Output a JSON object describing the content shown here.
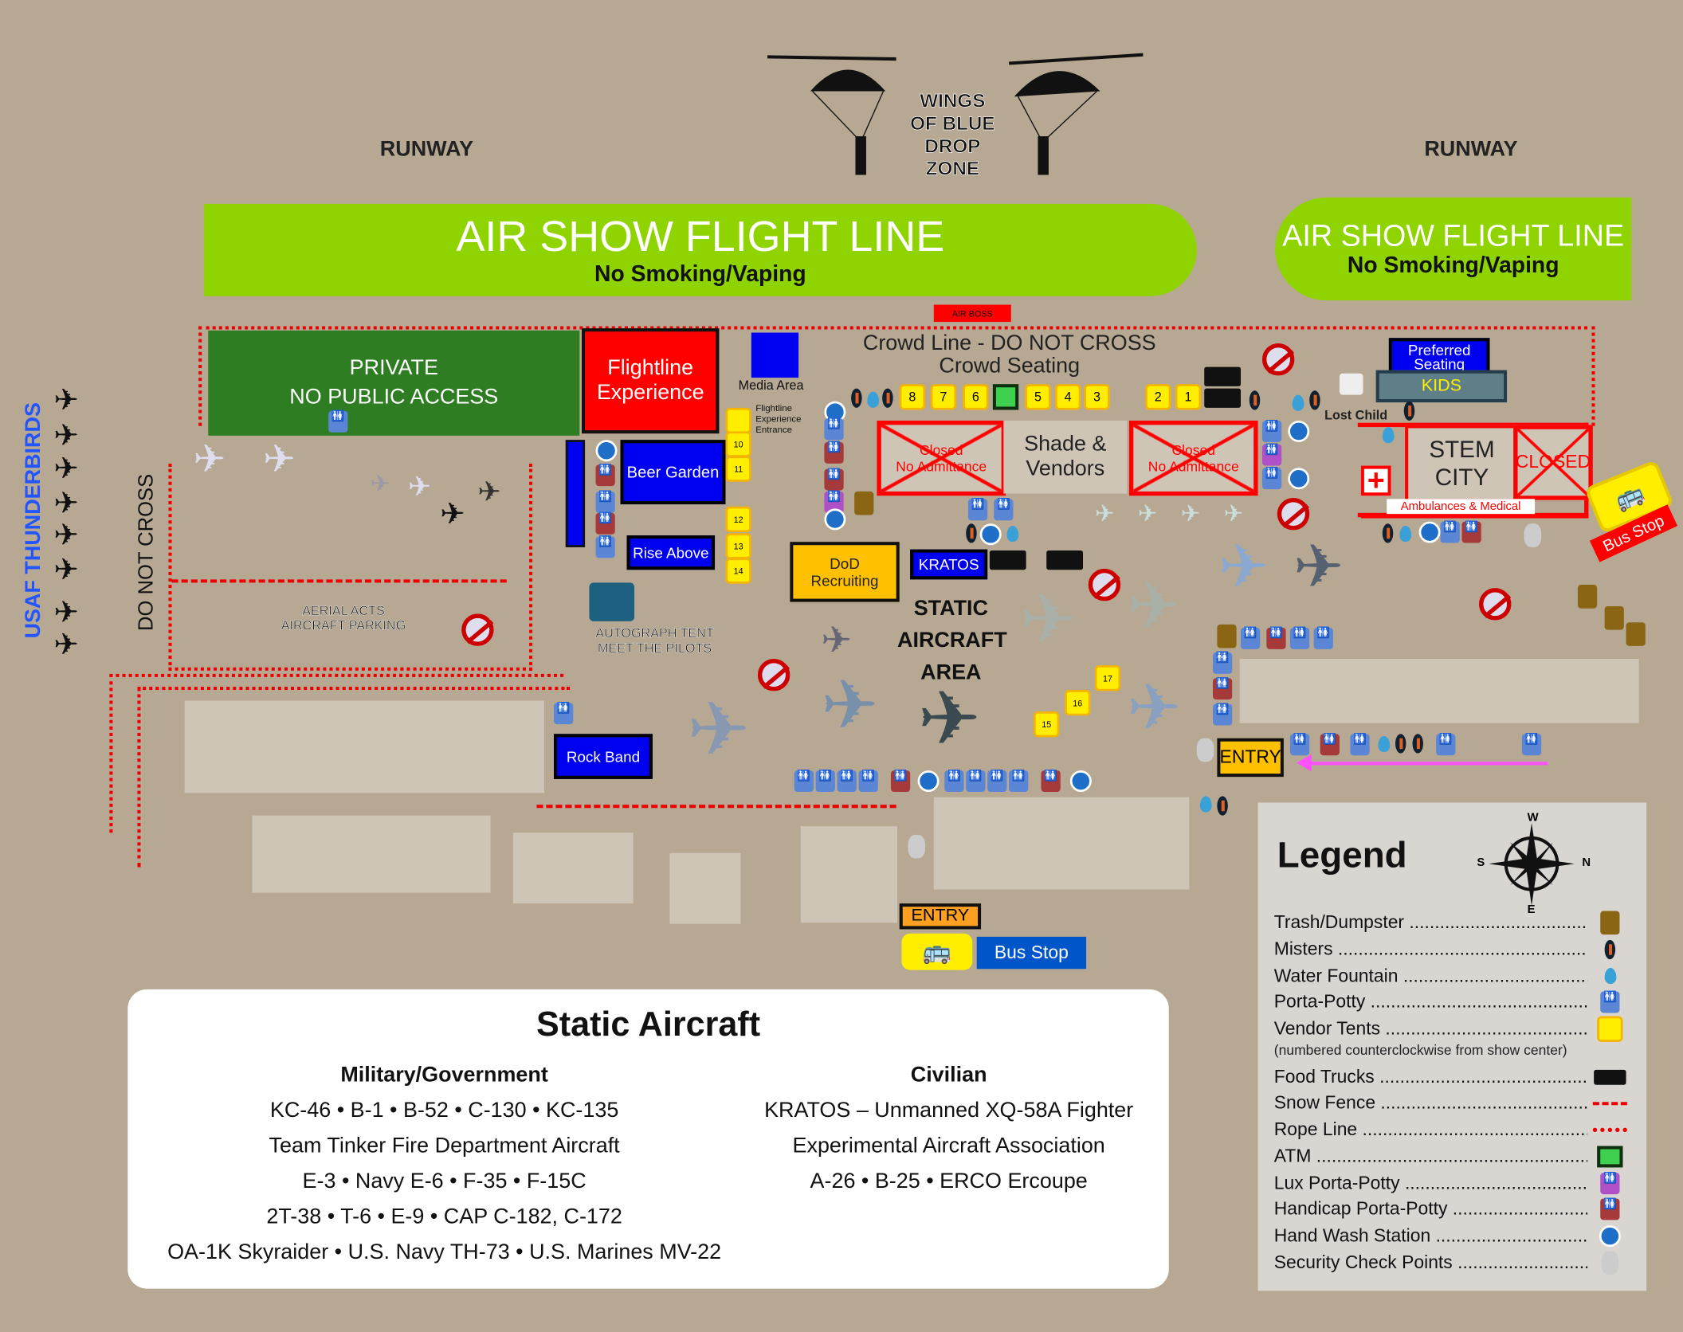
{
  "runway_left": "RUNWAY",
  "runway_right": "RUNWAY",
  "drop_zone": [
    "WINGS",
    "OF BLUE",
    "DROP",
    "ZONE"
  ],
  "flight_line_main": {
    "title": "AIR SHOW FLIGHT LINE",
    "subtitle": "No Smoking/Vaping"
  },
  "flight_line_right": {
    "title": "AIR SHOW FLIGHT LINE",
    "subtitle": "No Smoking/Vaping"
  },
  "thunderbirds": "USAF THUNDERBIRDS",
  "do_not_cross": "DO NOT CROSS",
  "air_boss": "AIR BOSS",
  "private": [
    "PRIVATE",
    "NO PUBLIC ACCESS"
  ],
  "flightline_experience": "Flightline Experience",
  "media_area": "Media Area",
  "flightline_entrance": "Flightline Experience Entrance",
  "crowd_line": "Crowd Line - DO NOT CROSS",
  "crowd_seating": "Crowd Seating",
  "tents_top": [
    "8",
    "7",
    "6",
    "5",
    "4",
    "3",
    "2",
    "1"
  ],
  "tents_side": [
    "10",
    "11",
    "12",
    "13",
    "14"
  ],
  "tents_static": [
    "15",
    "16",
    "17"
  ],
  "preferred_seating": "Preferred Seating",
  "kids": "KIDS",
  "lost_child": "Lost Child",
  "closed_box": {
    "top": "Closed",
    "bottom": "No Admittance"
  },
  "shade_vendors": [
    "Shade &",
    "Vendors"
  ],
  "stem_city": [
    "STEM",
    "CITY"
  ],
  "closed": "CLOSED",
  "ambulances": "Ambulances & Medical",
  "bus_stop": "Bus Stop",
  "beer_garden": "Beer Garden",
  "rise_above": "Rise Above",
  "dod_recruiting": "DoD Recruiting",
  "kratos": "KRATOS",
  "static_area": [
    "STATIC",
    "AIRCRAFT",
    "AREA"
  ],
  "aerial_acts": [
    "AERIAL ACTS",
    "AIRCRAFT PARKING"
  ],
  "autograph": [
    "AUTOGRAPH TENT",
    "MEET THE PILOTS"
  ],
  "rock_band": "Rock Band",
  "entry": "ENTRY",
  "static_aircraft": {
    "title": "Static Aircraft",
    "military": {
      "heading": "Military/Government",
      "lines": [
        "KC-46 • B-1 • B-52 • C-130 • KC-135",
        "Team Tinker Fire Department Aircraft",
        "E-3 • Navy E-6 • F-35 • F-15C",
        "2T-38 • T-6 • E-9 • CAP C-182, C-172",
        "OA-1K Skyraider • U.S. Navy TH-73 • U.S. Marines MV-22"
      ]
    },
    "civilian": {
      "heading": "Civilian",
      "lines": [
        "KRATOS – Unmanned XQ-58A Fighter",
        "Experimental Aircraft Association",
        "A-26 • B-25 • ERCO Ercoupe"
      ]
    }
  },
  "legend": {
    "title": "Legend",
    "compass": {
      "n": "N",
      "s": "S",
      "e": "E",
      "w": "W"
    },
    "items": [
      {
        "label": "Trash/Dumpster",
        "icon": "trash-icon"
      },
      {
        "label": "Misters",
        "icon": "mister-icon"
      },
      {
        "label": "Water Fountain",
        "icon": "water-fountain-icon"
      },
      {
        "label": "Porta-Potty",
        "icon": "porta-potty-icon"
      },
      {
        "label": "Vendor Tents",
        "icon": "vendor-tent-icon"
      },
      {
        "label": "Food Trucks",
        "icon": "food-truck-icon"
      },
      {
        "label": "Snow Fence",
        "icon": "snow-fence-icon"
      },
      {
        "label": "Rope Line",
        "icon": "rope-line-icon"
      },
      {
        "label": "ATM",
        "icon": "atm-icon"
      },
      {
        "label": "Lux Porta-Potty",
        "icon": "lux-porta-potty-icon"
      },
      {
        "label": "Handicap Porta-Potty",
        "icon": "handicap-porta-potty-icon"
      },
      {
        "label": "Hand Wash Station",
        "icon": "hand-wash-icon"
      },
      {
        "label": "Security Check Points",
        "icon": "security-checkpoint-icon"
      }
    ],
    "note": "(numbered counterclockwise from show center)"
  },
  "colors": {
    "background": "#b6a893",
    "flight_line": "#8fd400",
    "rope": "#ee0000",
    "private": "#2e7d22"
  }
}
